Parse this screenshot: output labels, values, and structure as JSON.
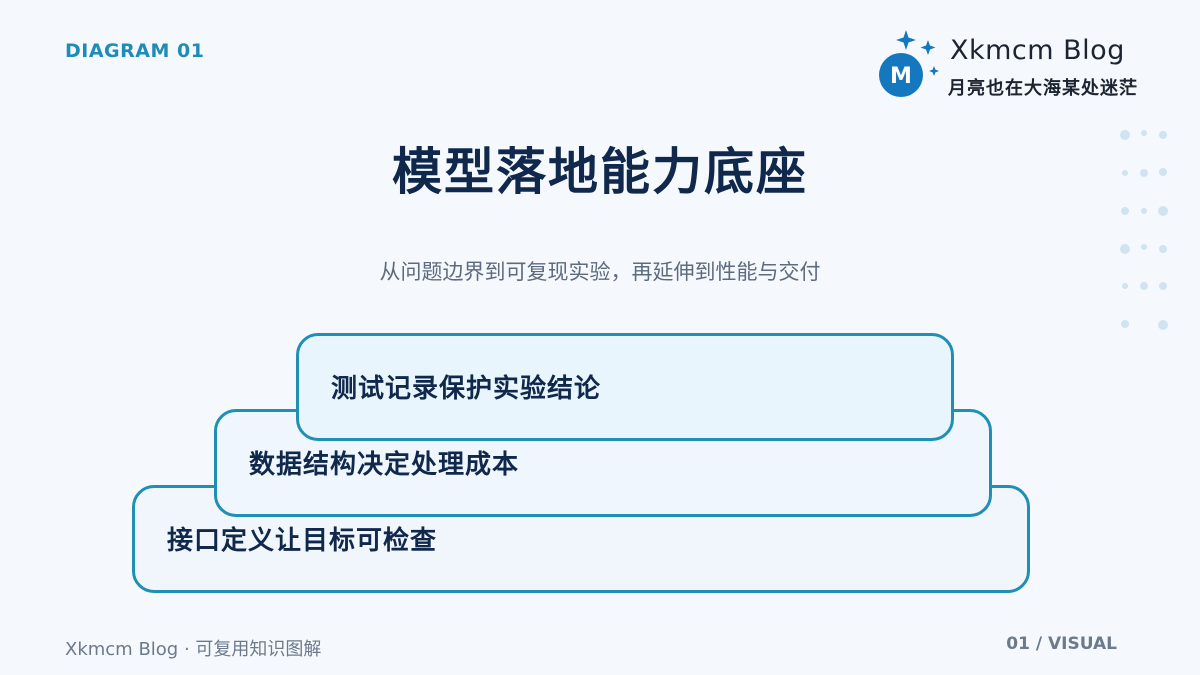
{
  "header": {
    "tag": "DIAGRAM 01",
    "brand_name": "Xkmcm Blog",
    "brand_tagline": "月亮也在大海某处迷茫",
    "logo_letter": "M"
  },
  "main": {
    "title": "模型落地能力底座",
    "subtitle": "从问题边界到可复现实验，再延伸到性能与交付",
    "layers": [
      {
        "label": "测试记录保护实验结论"
      },
      {
        "label": "数据结构决定处理成本"
      },
      {
        "label": "接口定义让目标可检查"
      }
    ]
  },
  "footer": {
    "left": "Xkmcm Blog · 可复用知识图解",
    "right": "01 / VISUAL"
  },
  "colors": {
    "accent": "#1f8fb3",
    "title": "#10284c",
    "logo_blue": "#1577be"
  }
}
